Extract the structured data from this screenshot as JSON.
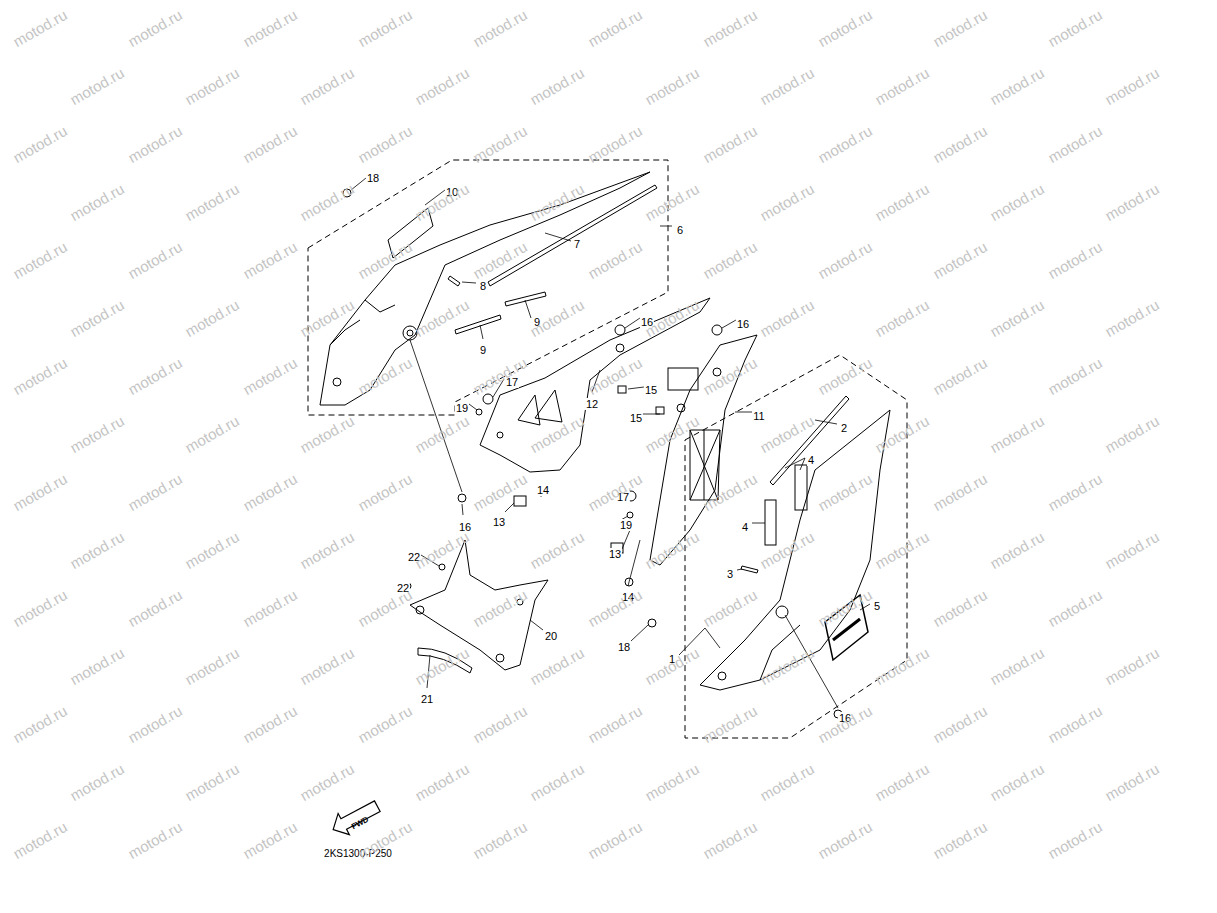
{
  "diagram": {
    "labels": [
      "18",
      "10",
      "6",
      "7",
      "8",
      "9",
      "9",
      "16",
      "16",
      "12",
      "15",
      "15",
      "11",
      "17",
      "19",
      "16",
      "13",
      "14",
      "17",
      "19",
      "13",
      "14",
      "22",
      "22",
      "20",
      "21",
      "2",
      "4",
      "4",
      "3",
      "18",
      "1",
      "5",
      "16",
      "FWD",
      "2KS1300-P250",
      "motod.ru",
      "motod.ru",
      "motod.ru",
      "motod.ru",
      "motod.ru",
      "motod.ru",
      "motod.ru",
      "motod.ru",
      "motod.ru",
      "motod.ru",
      "motod.ru",
      "motod.ru",
      "motod.ru",
      "motod.ru",
      "motod.ru",
      "motod.ru",
      "motod.ru",
      "motod.ru",
      "motod.ru",
      "motod.ru",
      "motod.ru",
      "motod.ru",
      "motod.ru",
      "motod.ru",
      "motod.ru",
      "motod.ru",
      "motod.ru",
      "motod.ru",
      "motod.ru",
      "motod.ru",
      "motod.ru",
      "motod.ru",
      "motod.ru",
      "motod.ru",
      "motod.ru",
      "motod.ru",
      "motod.ru",
      "motod.ru",
      "motod.ru",
      "motod.ru",
      "motod.ru",
      "motod.ru",
      "motod.ru",
      "motod.ru",
      "motod.ru",
      "motod.ru",
      "motod.ru",
      "motod.ru",
      "motod.ru",
      "motod.ru",
      "motod.ru",
      "motod.ru",
      "motod.ru",
      "motod.ru",
      "motod.ru",
      "motod.ru",
      "motod.ru",
      "motod.ru",
      "motod.ru",
      "motod.ru",
      "motod.ru",
      "motod.ru",
      "motod.ru",
      "motod.ru",
      "motod.ru",
      "motod.ru",
      "motod.ru",
      "motod.ru",
      "motod.ru",
      "motod.ru",
      "motod.ru",
      "motod.ru",
      "motod.ru",
      "motod.ru",
      "motod.ru",
      "motod.ru",
      "motod.ru",
      "motod.ru",
      "motod.ru",
      "motod.ru",
      "motod.ru",
      "motod.ru",
      "motod.ru",
      "motod.ru",
      "motod.ru",
      "motod.ru",
      "motod.ru",
      "motod.ru",
      "motod.ru",
      "motod.ru",
      "motod.ru",
      "motod.ru",
      "motod.ru",
      "motod.ru",
      "motod.ru",
      "motod.ru",
      "motod.ru",
      "motod.ru",
      "motod.ru",
      "motod.ru",
      "motod.ru",
      "motod.ru",
      "motod.ru",
      "motod.ru",
      "motod.ru",
      "motod.ru",
      "motod.ru",
      "motod.ru",
      "motod.ru",
      "motod.ru",
      "motod.ru",
      "motod.ru",
      "motod.ru",
      "motod.ru",
      "motod.ru",
      "motod.ru",
      "motod.ru",
      "motod.ru",
      "motod.ru",
      "motod.ru",
      "motod.ru",
      "motod.ru",
      "motod.ru",
      "motod.ru",
      "motod.ru",
      "motod.ru",
      "motod.ru",
      "motod.ru",
      "motod.ru",
      "motod.ru",
      "motod.ru",
      "motod.ru",
      "motod.ru",
      "motod.ru",
      "motod.ru",
      "motod.ru",
      "motod.ru",
      "motod.ru",
      "motod.ru",
      "motod.ru",
      "motod.ru",
      "motod.ru",
      "motod.ru",
      "motod.ru",
      "motod.ru",
      "motod.ru",
      "motod.ru",
      "motod.ru",
      "motod.ru",
      "motod.ru"
    ]
  }
}
